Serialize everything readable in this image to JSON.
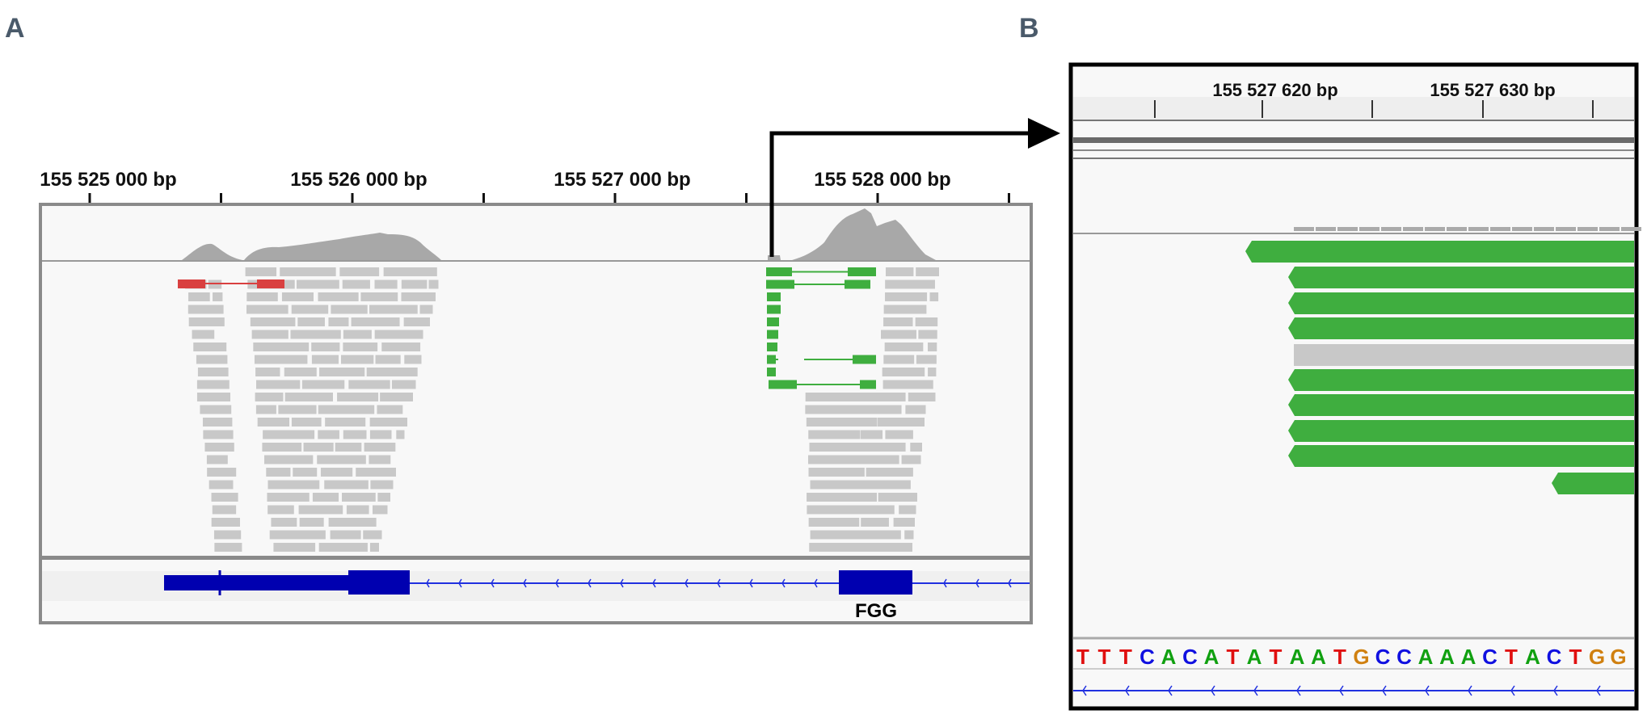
{
  "panels": {
    "a": {
      "label": "A",
      "ruler_labels": [
        "155 525 000 bp",
        "155 526 000 bp",
        "155 527 000 bp",
        "155 528 000 bp"
      ],
      "gene_name": "FGG"
    },
    "b": {
      "label": "B",
      "ruler_labels": [
        "155 527 620 bp",
        "155 527 630 bp"
      ],
      "sequence": [
        "T",
        "T",
        "T",
        "C",
        "A",
        "C",
        "A",
        "T",
        "A",
        "T",
        "A",
        "A",
        "T",
        "G",
        "C",
        "C",
        "A",
        "A",
        "A",
        "C",
        "T",
        "A",
        "C",
        "T",
        "G",
        "G"
      ]
    }
  },
  "colors": {
    "read_gray": "#c8c8c8",
    "read_green": "#3fae3f",
    "read_red": "#d94040",
    "gene_blue": "#0000b0",
    "base_T": "#e01010",
    "base_C": "#1010e0",
    "base_A": "#10a010",
    "base_G": "#d08010"
  }
}
